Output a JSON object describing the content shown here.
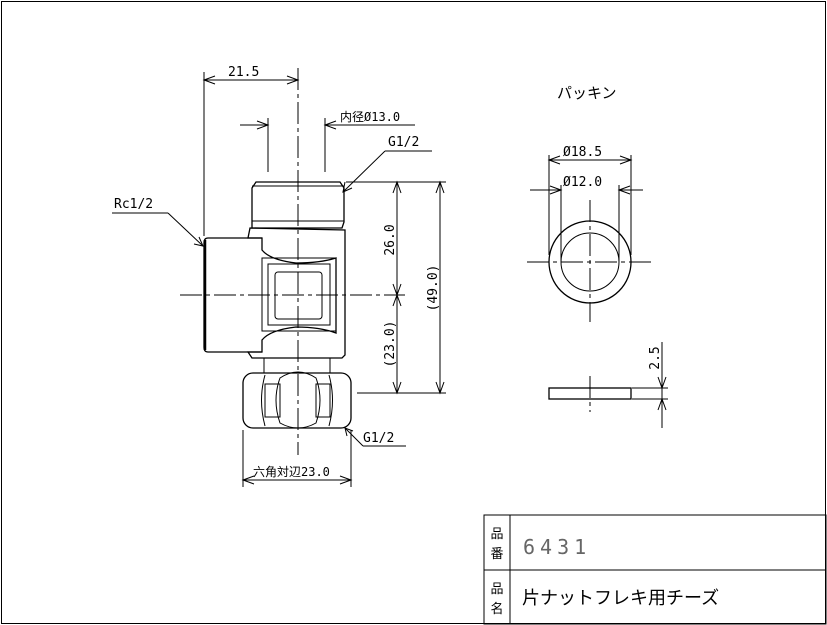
{
  "drawing": {
    "dim_width": "21.5",
    "dim_inner_diameter": "内径Ø13.0",
    "thread_top": "G1/2",
    "thread_side": "Rc1/2",
    "dim_upper_height": "26.0",
    "dim_lower_height": "(23.0)",
    "dim_total_height": "(49.0)",
    "thread_nut": "G1/2",
    "dim_hex": "六角対辺23.0"
  },
  "packing": {
    "title": "パッキン",
    "dim_outer": "Ø18.5",
    "dim_inner": "Ø12.0",
    "dim_thickness": "2.5"
  },
  "title_block": {
    "part_number_label": "品番",
    "part_number": "6431",
    "part_name_label": "品名",
    "part_name": "片ナットフレキ用チーズ"
  }
}
